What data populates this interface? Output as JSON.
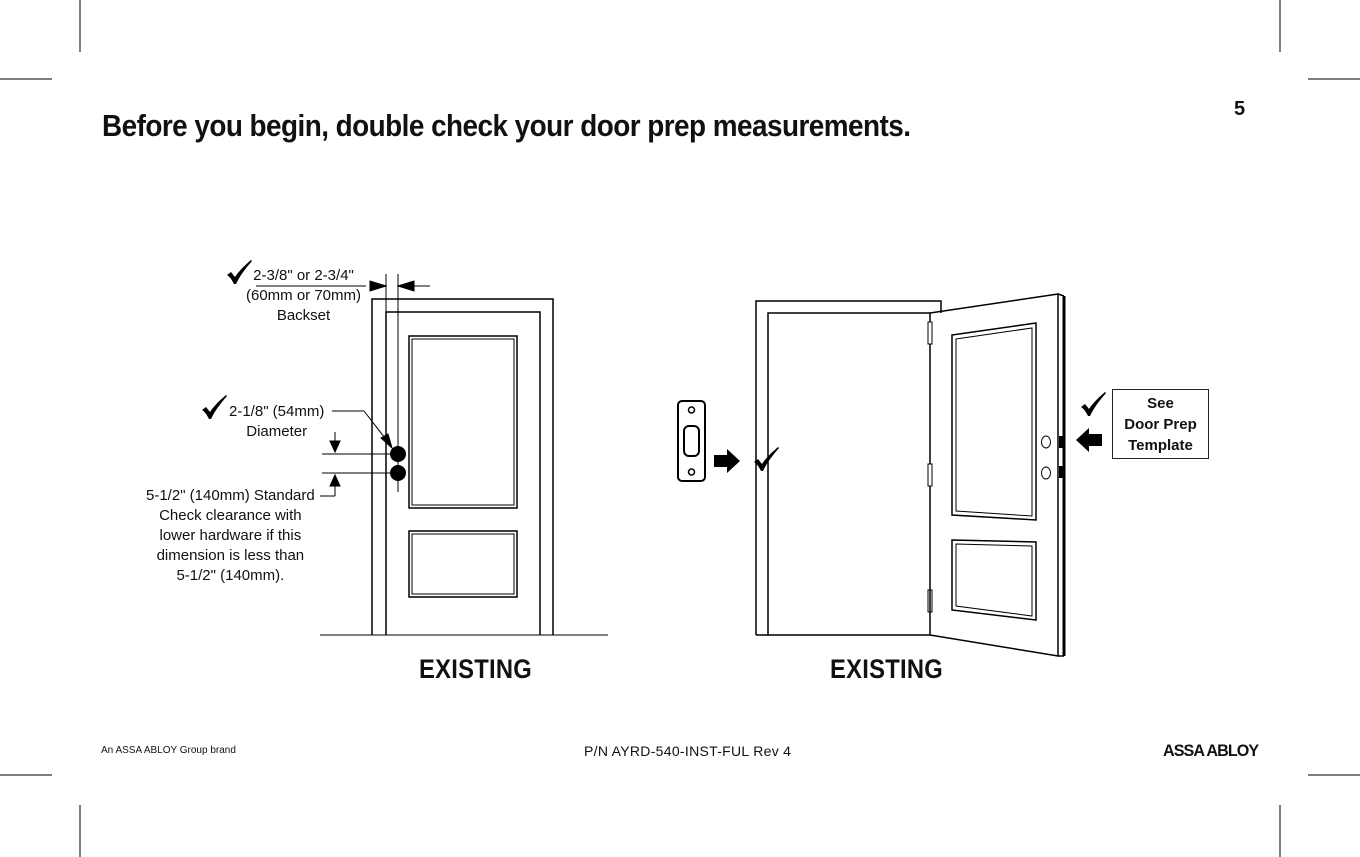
{
  "page": {
    "number": "5",
    "heading": "Before you begin, double check your door prep measurements."
  },
  "left_figure": {
    "backset_line1": "2-3/8\" or 2-3/4\"",
    "backset_line2": "(60mm or 70mm)",
    "backset_line3": "Backset",
    "diameter_line1": "2-1/8\" (54mm)",
    "diameter_line2": "Diameter",
    "clearance_line1": "5-1/2\" (140mm) Standard",
    "clearance_line2": "Check clearance with",
    "clearance_line3": "lower hardware if this",
    "clearance_line4": "dimension is less than",
    "clearance_line5": "5-1/2\" (140mm).",
    "caption": "EXISTING"
  },
  "right_figure": {
    "template_line1": "See",
    "template_line2": "Door Prep",
    "template_line3": "Template",
    "caption": "EXISTING"
  },
  "footer": {
    "brand_line": "An ASSA ABLOY Group brand",
    "part_number": "P/N AYRD-540-INST-FUL Rev 4",
    "logo": "ASSA ABLOY"
  },
  "icons": {
    "checkmark": "check-icon",
    "arrow": "arrow-right-icon",
    "arrow_left": "arrow-left-icon",
    "strike_plate": "strike-plate-icon"
  }
}
